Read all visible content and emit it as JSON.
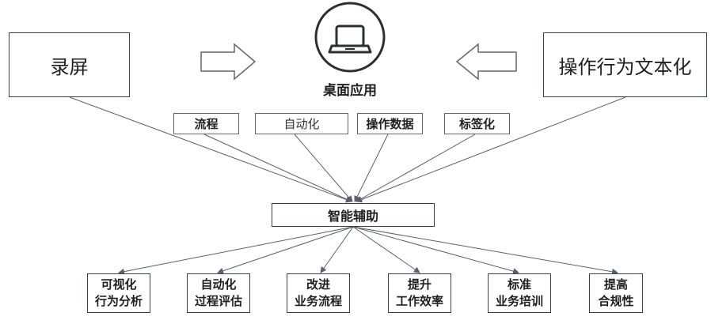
{
  "sources": {
    "left": "录屏",
    "right": "操作行为文本化",
    "center": "桌面应用"
  },
  "tags": [
    "流程",
    "自动化",
    "操作数据",
    "标签化"
  ],
  "hub": "智能辅助",
  "outcomes": [
    {
      "line1": "可视化",
      "line2": "行为分析"
    },
    {
      "line1": "自动化",
      "line2": "过程评估"
    },
    {
      "line1": "改进",
      "line2": "业务流程"
    },
    {
      "line1": "提升",
      "line2": "工作效率"
    },
    {
      "line1": "标准",
      "line2": "业务培训"
    },
    {
      "line1": "提高",
      "line2": "合规性"
    }
  ],
  "colors": {
    "stroke": "#3a3f4b",
    "arrow_fill": "#ffffff",
    "line": "#5a5f6a"
  },
  "icons": [
    "laptop-icon",
    "arrow-right-icon",
    "arrow-left-icon"
  ]
}
